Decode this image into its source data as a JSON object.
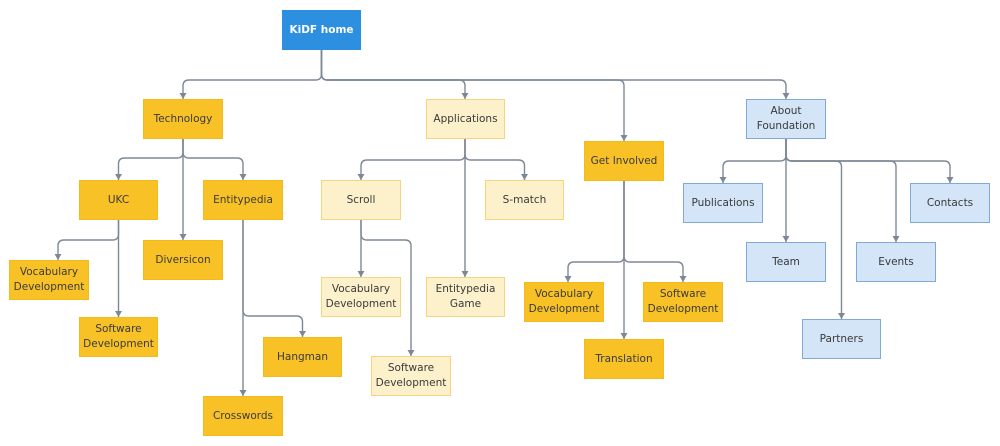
{
  "diagram": {
    "colors": {
      "root": "#2d8fe0",
      "primary": "#f8c227",
      "primary_light": "#fdf1cc",
      "about": "#d4e5f7",
      "connector": "#7d8896"
    },
    "nodes": {
      "root": "KiDF home",
      "technology": "Technology",
      "applications": "Applications",
      "get_involved": "Get Involved",
      "about": "About\nFoundation",
      "ukc": "UKC",
      "diversicon": "Diversicon",
      "entitypedia": "Entitypedia",
      "tech_vocab": "Vocabulary\nDevelopment",
      "tech_software": "Software\nDevelopment",
      "hangman": "Hangman",
      "crosswords": "Crosswords",
      "scroll": "Scroll",
      "smatch": "S-match",
      "entitypedia_game": "Entitypedia\nGame",
      "scroll_vocab": "Vocabulary\nDevelopment",
      "scroll_software": "Software\nDevelopment",
      "gi_vocab": "Vocabulary\nDevelopment",
      "gi_software": "Software\nDevelopment",
      "translation": "Translation",
      "publications": "Publications",
      "team": "Team",
      "partners": "Partners",
      "events": "Events",
      "contacts": "Contacts"
    }
  }
}
